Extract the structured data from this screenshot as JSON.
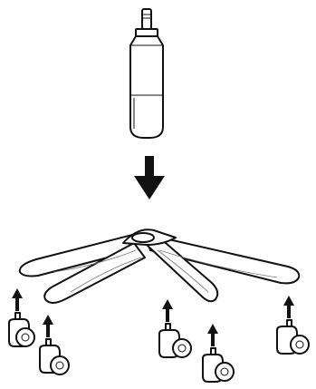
{
  "diagram": {
    "kind": "assembly-illustration",
    "parts": {
      "gas_lift_cylinder": "gas-lift-cylinder",
      "star_base": "five-star-base",
      "casters": [
        "caster-1",
        "caster-2",
        "caster-3",
        "caster-4",
        "caster-5"
      ]
    },
    "colors": {
      "ink": "#111111",
      "paper": "#ffffff"
    }
  }
}
